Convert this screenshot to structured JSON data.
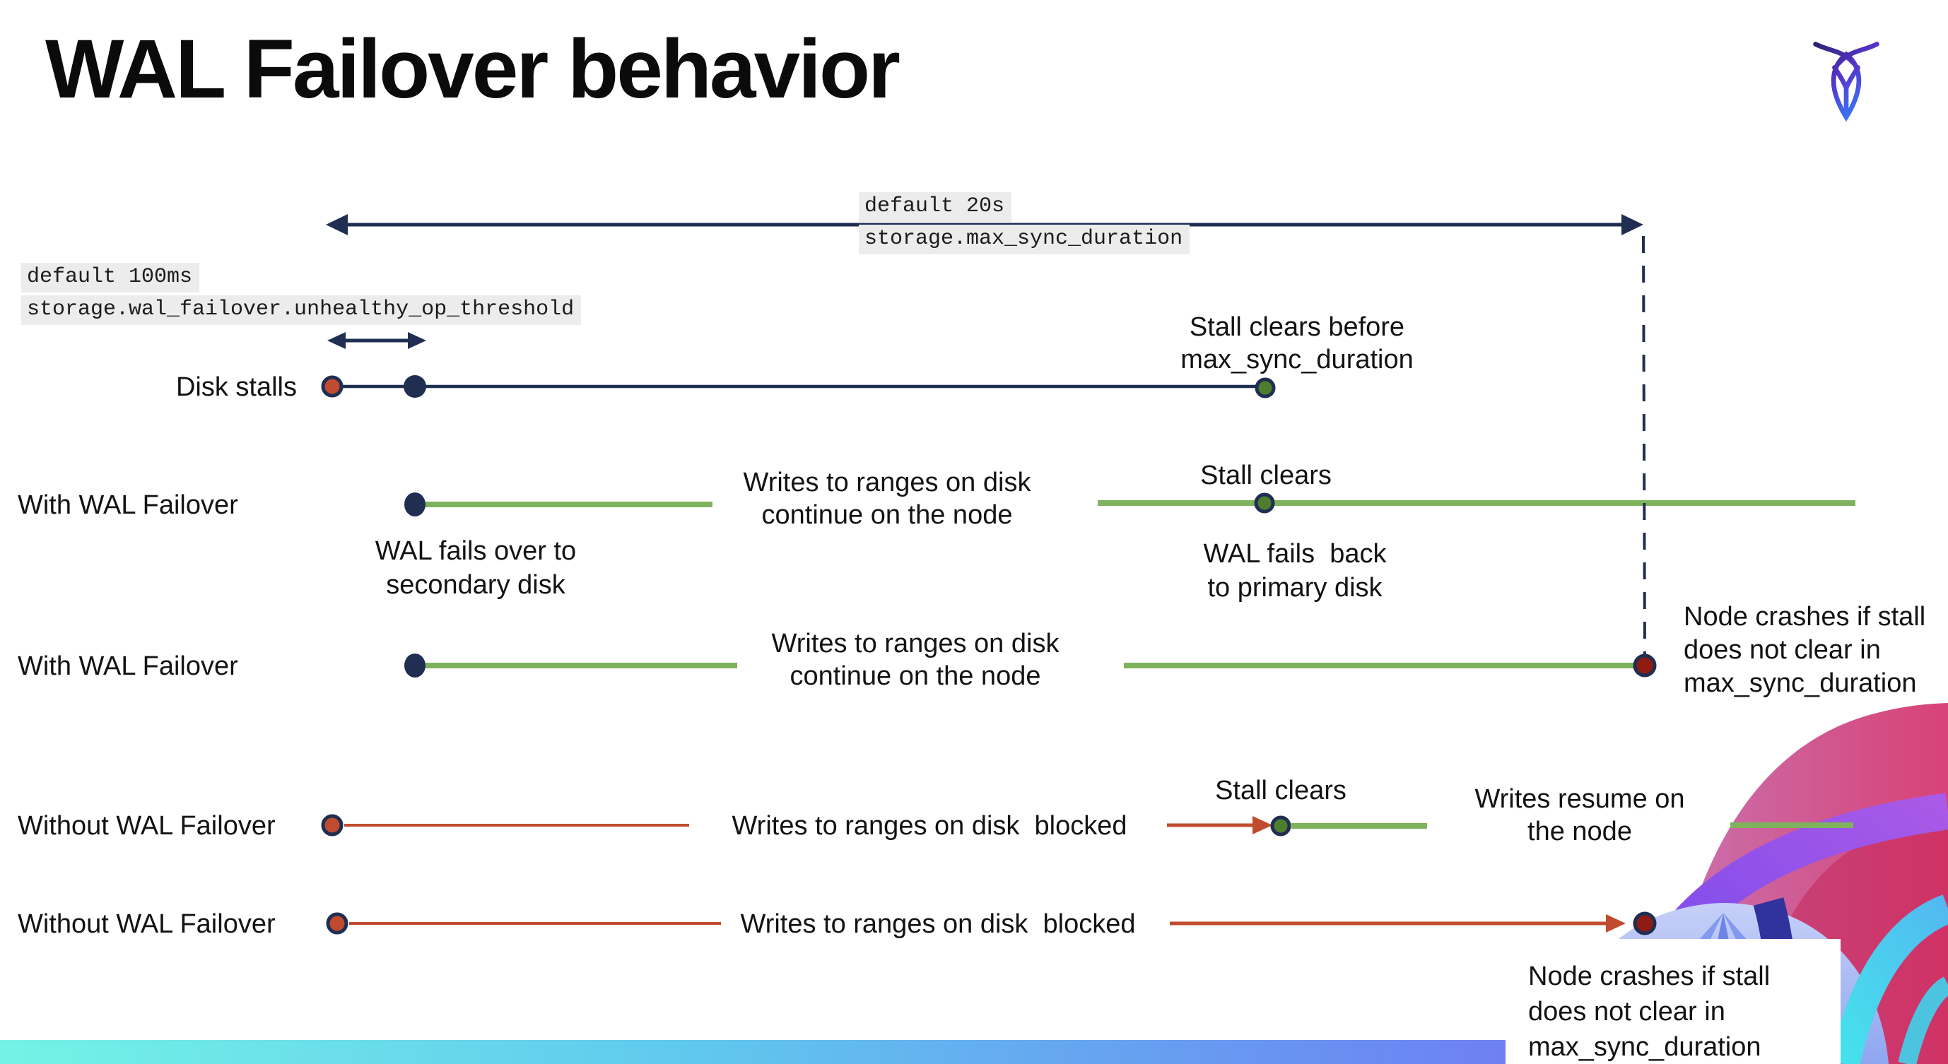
{
  "title": "WAL Failover behavior",
  "icons": {
    "brand_logo": "cockroachdb-logo"
  },
  "colors": {
    "navy": "#202e52",
    "green_line": "#7fb25c",
    "green_dot": "#4e7e2d",
    "red": "#c14b2e",
    "dark_red": "#8e1c12",
    "annotation_bg": "#ececec",
    "footer_gradient": [
      "#74f3e6",
      "#60c9ee",
      "#6a8cf2",
      "#7d5bf0"
    ]
  },
  "annotations": {
    "max_sync": {
      "default_label": "default 20s",
      "setting": "storage.max_sync_duration"
    },
    "unhealthy_op": {
      "default_label": "default 100ms",
      "setting": "storage.wal_failover.unhealthy_op_threshold"
    }
  },
  "rows": {
    "disk_stalls": {
      "label": "Disk stalls",
      "stall_clears_l1": "Stall clears before",
      "stall_clears_l2": "max_sync_duration"
    },
    "with_failover_clears": {
      "label": "With WAL Failover",
      "failover_l1": "WAL fails over to",
      "failover_l2": "secondary disk",
      "writes_l1": "Writes to ranges on disk",
      "writes_l2": "continue on the node",
      "stall_clears": "Stall clears",
      "failback_l1": "WAL fails  back",
      "failback_l2": "to primary disk"
    },
    "with_failover_crash": {
      "label": "With WAL Failover",
      "writes_l1": "Writes to ranges on disk",
      "writes_l2": "continue on the node",
      "crash_l1": "Node crashes if stall",
      "crash_l2": "does not clear in",
      "crash_l3": "max_sync_duration"
    },
    "without_failover_clears": {
      "label": "Without WAL Failover",
      "blocked": "Writes to ranges on disk  blocked",
      "stall_clears": "Stall clears",
      "resume_l1": "Writes resume on",
      "resume_l2": "the node"
    },
    "without_failover_crash": {
      "label": "Without WAL Failover",
      "blocked": "Writes to ranges on disk  blocked",
      "crash_l1": "Node crashes if stall",
      "crash_l2": "does not clear in",
      "crash_l3": "max_sync_duration"
    }
  }
}
